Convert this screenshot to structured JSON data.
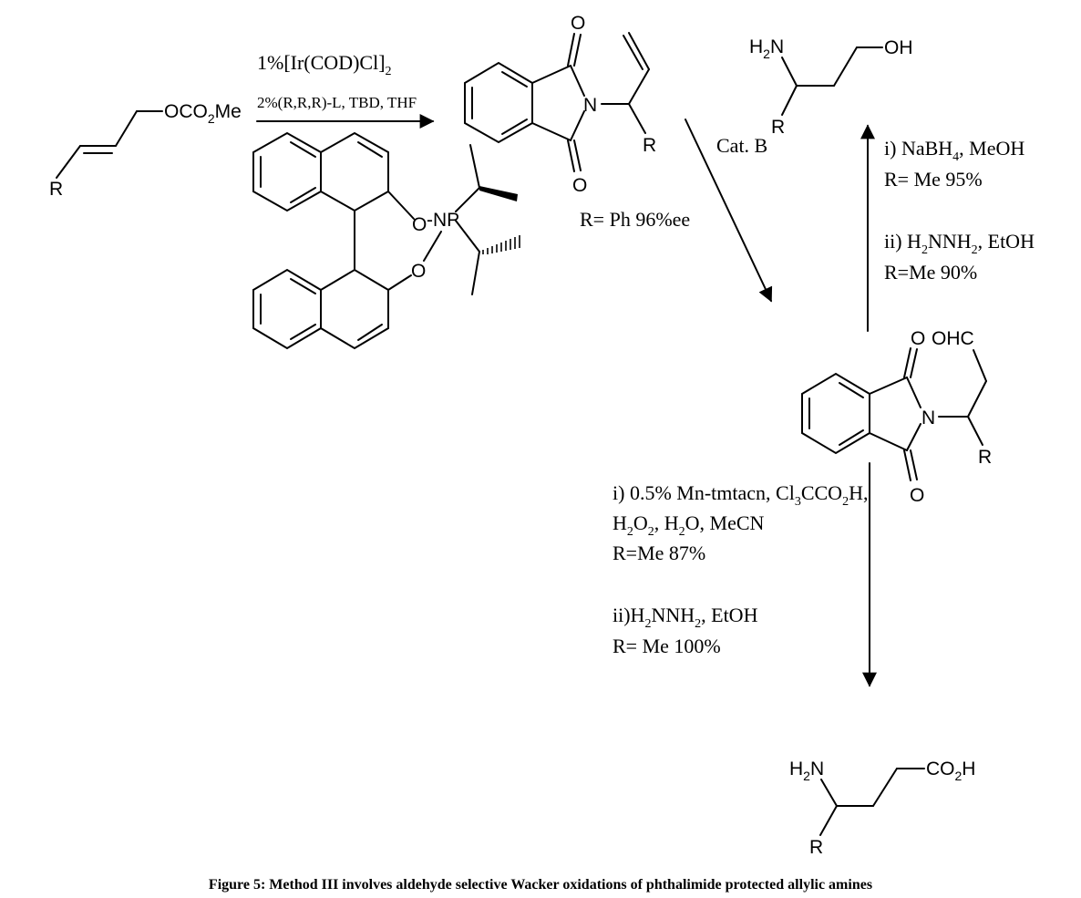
{
  "caption": "Figure 5: Method III involves aldehyde selective Wacker oxidations of phthalimide protected allylic amines",
  "starting_material": {
    "leaving_group": "OCO",
    "leaving_group_sub": "2",
    "leaving_group_tail": "Me",
    "r": "R"
  },
  "step1": {
    "catalyst": "1%[Ir(COD)Cl]",
    "catalyst_sub": "2",
    "reagents": "2%(R,R,R)-L, TBD, THF"
  },
  "ligand": {
    "o_top": "O",
    "np": "NP",
    "o_bottom": "O"
  },
  "allyl_phthalimide": {
    "o_top": "O",
    "n": "N",
    "o_bottom": "O",
    "r": "R",
    "result": "R= Ph 96%ee"
  },
  "aldehyde": {
    "o_top": "O",
    "cho": "OHC",
    "n": "N",
    "o_bottom": "O",
    "r": "R"
  },
  "amino_alcohol": {
    "nh2": "H",
    "nh2_sub": "2",
    "nh2_tail": "N",
    "oh": "OH",
    "r": "R"
  },
  "amino_acid": {
    "nh2": "H",
    "nh2_sub": "2",
    "nh2_tail": "N",
    "co2h": "CO",
    "co2h_sub": "2",
    "co2h_tail": "H",
    "r": "R"
  },
  "cat_b": "Cat. B",
  "up_conditions": {
    "i_a": "i) NaBH",
    "i_sub": "4",
    "i_b": ", MeOH",
    "i_yield": "R= Me 95%",
    "ii_a": "ii) H",
    "ii_sub1": "2",
    "ii_b": "NNH",
    "ii_sub2": "2",
    "ii_c": ", EtOH",
    "ii_yield": "R=Me 90%"
  },
  "down_conditions": {
    "i_a": "i) 0.5% Mn-tmtacn, Cl",
    "i_sub1": "3",
    "i_b": "CCO",
    "i_sub2": "2",
    "i_c": "H,",
    "i2_a": "H",
    "i2_sub1": "2",
    "i2_b": "O",
    "i2_sub2": "2",
    "i2_c": ", H",
    "i2_sub3": "2",
    "i2_d": "O, MeCN",
    "i_yield": "R=Me 87%",
    "ii_a": "ii)H",
    "ii_sub1": "2",
    "ii_b": "NNH",
    "ii_sub2": "2",
    "ii_c": ", EtOH",
    "ii_yield": "R= Me 100%"
  }
}
